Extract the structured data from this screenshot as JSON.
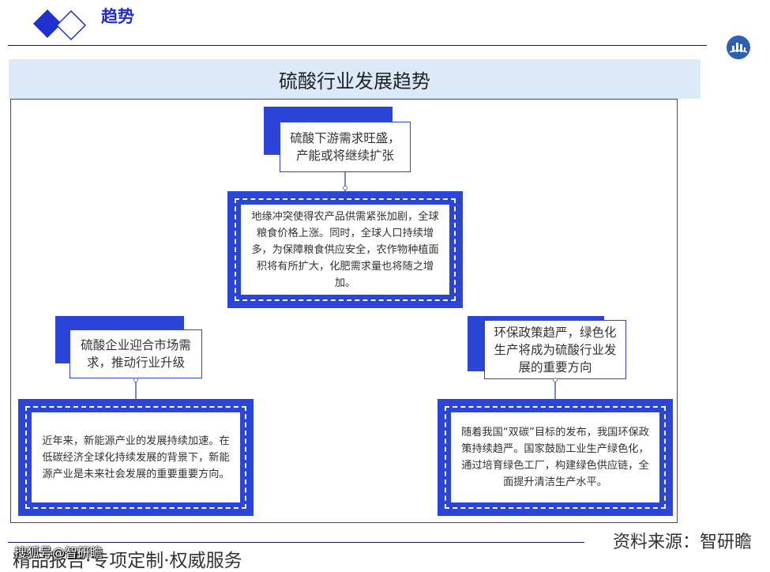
{
  "header": {
    "title": "趋势",
    "accent_color": "#1f2fd0"
  },
  "title_bar": {
    "title": "硫酸行业发展趋势",
    "background": "#dce9f8"
  },
  "nodes": {
    "top": {
      "headline": "硫酸下游需求旺盛，产能或将继续扩张",
      "detail": "地缘冲突使得农产品供需紧张加剧，全球粮食价格上涨。同时，全球人口持续增多，为保障粮食供应安全，农作物种植面积将有所扩大，化肥需求量也将随之增加。"
    },
    "left": {
      "headline": "硫酸企业迎合市场需求，推动行业升级",
      "detail": "近年来，新能源产业的发展持续加速。在低碳经济全球化持续发展的背景下，新能源产业是未来社会发展的重要重要方向。"
    },
    "right": {
      "headline": "环保政策趋严，绿色化生产将成为硫酸行业发展的重要方向",
      "detail": "随着我国“双碳”目标的发布，我国环保政策持续趋严。国家鼓励工业生产绿色化，通过培育绿色工厂，构建绿色供应链，全面提升清洁生产水平。"
    }
  },
  "footer": {
    "source": "资料来源：智研瞻",
    "slogan": "精品报告·专项定制·权威服务",
    "watermark": "搜狐号@智研瞻"
  },
  "colors": {
    "box_blue": "#2a45d8",
    "frame_blue": "#2a3fd6"
  }
}
